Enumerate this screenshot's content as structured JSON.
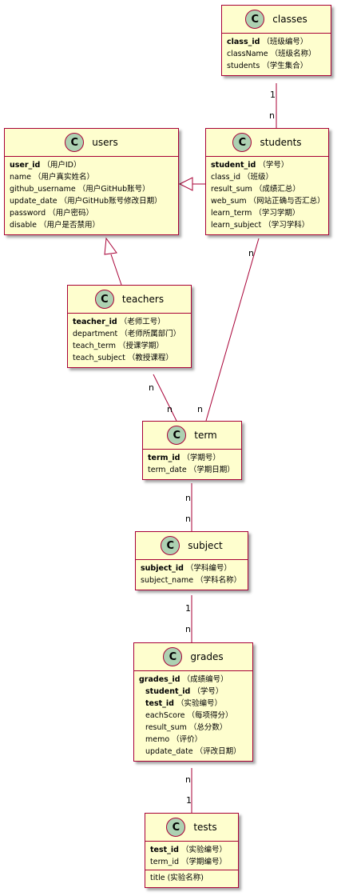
{
  "classes": [
    {
      "id": "classes",
      "title": "classes",
      "icon": "C",
      "fields": [
        {
          "name": "class_id",
          "desc": "（班级编号）",
          "key": true
        },
        {
          "name": "className",
          "desc": "（班级名称）",
          "key": false
        },
        {
          "name": "students",
          "desc": "（学生集合）",
          "key": false
        }
      ]
    },
    {
      "id": "users",
      "title": "users",
      "icon": "C",
      "fields": [
        {
          "name": "user_id",
          "desc": "（用户ID）",
          "key": true
        },
        {
          "name": "name",
          "desc": "（用户真实姓名）",
          "key": false
        },
        {
          "name": "github_username",
          "desc": "（用户GitHub账号）",
          "key": false
        },
        {
          "name": "update_date",
          "desc": "（用户GitHub账号修改日期）",
          "key": false
        },
        {
          "name": "password",
          "desc": "（用户密码）",
          "key": false
        },
        {
          "name": "disable",
          "desc": "（用户是否禁用）",
          "key": false
        }
      ]
    },
    {
      "id": "students",
      "title": "students",
      "icon": "C",
      "fields": [
        {
          "name": "student_id",
          "desc": "（学号）",
          "key": true
        },
        {
          "name": "class_id",
          "desc": "（班级）",
          "key": false
        },
        {
          "name": "result_sum",
          "desc": "（成绩汇总）",
          "key": false
        },
        {
          "name": "web_sum",
          "desc": "（网站正确与否汇总）",
          "key": false
        },
        {
          "name": "learn_term",
          "desc": "（学习学期）",
          "key": false
        },
        {
          "name": "learn_subject",
          "desc": "（学习学科）",
          "key": false
        }
      ]
    },
    {
      "id": "teachers",
      "title": "teachers",
      "icon": "C",
      "fields": [
        {
          "name": "teacher_id",
          "desc": "（老师工号）",
          "key": true
        },
        {
          "name": "department",
          "desc": "（老师所属部门）",
          "key": false
        },
        {
          "name": "teach_term",
          "desc": "（授课学期）",
          "key": false
        },
        {
          "name": "teach_subject",
          "desc": "（教授课程）",
          "key": false
        }
      ]
    },
    {
      "id": "term",
      "title": "term",
      "icon": "C",
      "fields": [
        {
          "name": "term_id",
          "desc": "（学期号）",
          "key": true
        },
        {
          "name": "term_date",
          "desc": "（学期日期）",
          "key": false
        }
      ]
    },
    {
      "id": "subject",
      "title": "subject",
      "icon": "C",
      "fields": [
        {
          "name": "subject_id",
          "desc": "（学科编号）",
          "key": true
        },
        {
          "name": "subject_name",
          "desc": "（学科名称）",
          "key": false
        }
      ]
    },
    {
      "id": "grades",
      "title": "grades",
      "icon": "C",
      "fields": [
        {
          "name": "grades_id",
          "desc": "（成绩编号）",
          "key": true
        },
        {
          "name": "student_id",
          "desc": "（学号）",
          "key": true,
          "indent": true
        },
        {
          "name": "test_id",
          "desc": "（实验编号）",
          "key": true,
          "indent": true
        },
        {
          "name": "eachScore",
          "desc": "（每项得分）",
          "key": false,
          "indent": true
        },
        {
          "name": "result_sum",
          "desc": "（总分数）",
          "key": false,
          "indent": true
        },
        {
          "name": "memo",
          "desc": "（评价）",
          "key": false,
          "indent": true
        },
        {
          "name": "update_date",
          "desc": "（评改日期）",
          "key": false,
          "indent": true
        }
      ]
    },
    {
      "id": "tests",
      "title": "tests",
      "icon": "C",
      "fields": [
        {
          "name": "test_id",
          "desc": "（实验编号）",
          "key": true
        },
        {
          "name": "term_id",
          "desc": "（学期编号）",
          "key": false
        }
      ],
      "methods": [
        {
          "name": "title",
          "desc": "(实验名称)"
        }
      ]
    }
  ],
  "relations": [
    {
      "id": "classes-students",
      "from": "classes",
      "to": "students",
      "from_mult": "1",
      "to_mult": "n"
    },
    {
      "id": "students-users",
      "from": "students",
      "to": "users",
      "type": "inheritance"
    },
    {
      "id": "teachers-users",
      "from": "teachers",
      "to": "users",
      "type": "inheritance"
    },
    {
      "id": "students-term",
      "from": "students",
      "to": "term",
      "from_mult": "n",
      "to_mult": "n"
    },
    {
      "id": "teachers-term",
      "from": "teachers",
      "to": "term",
      "from_mult": "n",
      "to_mult": "n"
    },
    {
      "id": "term-subject",
      "from": "term",
      "to": "subject",
      "from_mult": "n",
      "to_mult": "n"
    },
    {
      "id": "subject-grades",
      "from": "subject",
      "to": "grades",
      "from_mult": "1",
      "to_mult": "n"
    },
    {
      "id": "grades-tests",
      "from": "grades",
      "to": "tests",
      "from_mult": "n",
      "to_mult": "1"
    }
  ],
  "colors": {
    "box_fill": "#FEFECE",
    "border": "#A80036",
    "circle_fill": "#ADD1B2"
  }
}
